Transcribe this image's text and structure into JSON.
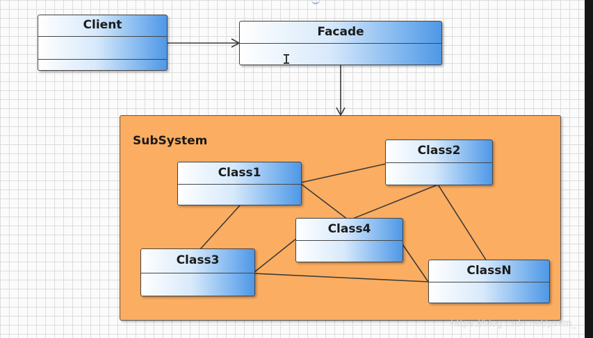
{
  "client": {
    "title": "Client"
  },
  "facade": {
    "title": "Facade"
  },
  "subsystem": {
    "label": "SubSystem",
    "classes": {
      "class1": "Class1",
      "class2": "Class2",
      "class3": "Class3",
      "class4": "Class4",
      "classN": "ClassN"
    }
  },
  "colors": {
    "subsystem_fill": "#fbad61",
    "class_gradient_end": "#4f97e6",
    "connector": "#3a3a3a"
  },
  "watermark": "https://blog.csdn.net/psvm_"
}
